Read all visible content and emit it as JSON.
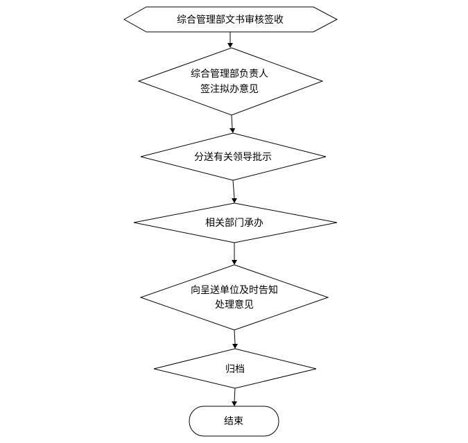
{
  "flowchart": {
    "nodes": [
      {
        "id": "receive",
        "shape": "hexagon",
        "lines": [
          "综合管理部文书审核签收"
        ]
      },
      {
        "id": "review",
        "shape": "diamond",
        "lines": [
          "综合管理部负责人",
          "签注拟办意见"
        ]
      },
      {
        "id": "forward",
        "shape": "diamond",
        "lines": [
          "分送有关领导批示"
        ]
      },
      {
        "id": "handle",
        "shape": "diamond",
        "lines": [
          "相关部门承办"
        ]
      },
      {
        "id": "reply",
        "shape": "diamond",
        "lines": [
          "向呈送单位及时告知",
          "处理意见"
        ]
      },
      {
        "id": "archive",
        "shape": "diamond",
        "lines": [
          "归档"
        ]
      },
      {
        "id": "end",
        "shape": "terminal",
        "lines": [
          "结束"
        ]
      }
    ],
    "edges": [
      {
        "from": "receive",
        "to": "review"
      },
      {
        "from": "review",
        "to": "forward"
      },
      {
        "from": "forward",
        "to": "handle"
      },
      {
        "from": "handle",
        "to": "reply"
      },
      {
        "from": "reply",
        "to": "archive"
      },
      {
        "from": "archive",
        "to": "end"
      }
    ],
    "stroke_color": "#000000",
    "fill_color": "#ffffff"
  }
}
